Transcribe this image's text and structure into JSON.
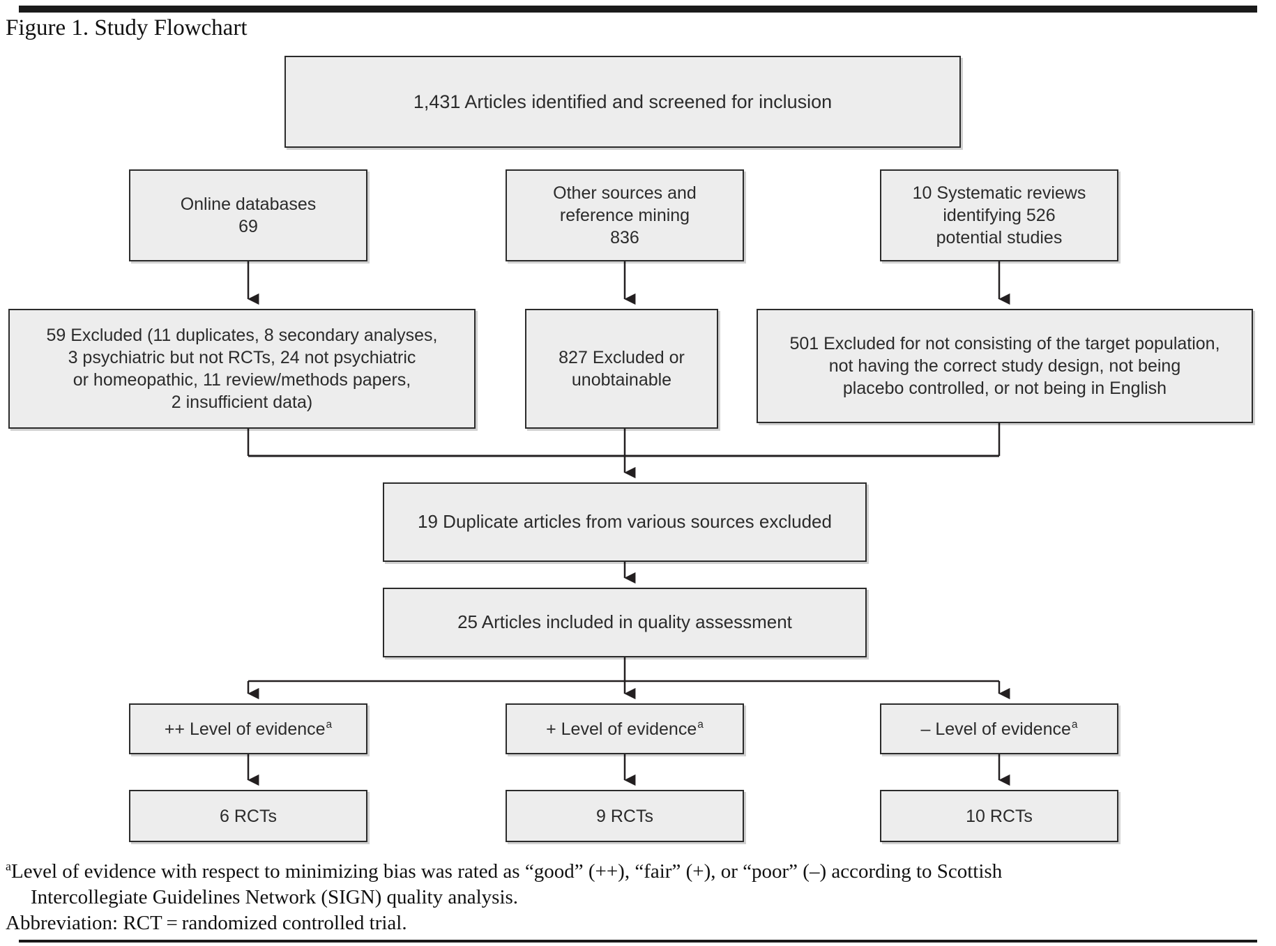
{
  "figure": {
    "title": "Figure 1. Study Flowchart"
  },
  "flowchart": {
    "top": {
      "label": "1,431 Articles identified and screened for inclusion"
    },
    "sources": [
      {
        "label": "Online databases\n69"
      },
      {
        "label": "Other sources and\nreference mining\n836"
      },
      {
        "label": "10 Systematic reviews\nidentifying 526\npotential studies"
      }
    ],
    "exclusions": [
      {
        "label": "59 Excluded (11 duplicates, 8 secondary analyses,\n3 psychiatric but not RCTs, 24 not psychiatric\nor homeopathic, 11 review/methods papers,\n2 insufficient data)"
      },
      {
        "label": "827 Excluded or\nunobtainable"
      },
      {
        "label": "501 Excluded for not consisting of the target population,\nnot having the  correct study design, not being\nplacebo controlled, or not being in English"
      }
    ],
    "duplicates": {
      "label": "19 Duplicate articles from various sources excluded"
    },
    "quality": {
      "label": "25 Articles included in quality assessment"
    },
    "evidence": [
      {
        "label": "++ Level of evidence",
        "sup": "a"
      },
      {
        "label": "+ Level of evidence",
        "sup": "a"
      },
      {
        "label": "– Level of evidence",
        "sup": "a"
      }
    ],
    "rcts": [
      {
        "label": "6 RCTs"
      },
      {
        "label": "9 RCTs"
      },
      {
        "label": "10 RCTs"
      }
    ]
  },
  "footnotes": {
    "marker": "a",
    "line1": "Level of evidence with respect to minimizing bias was rated as “good” (++), “fair” (+), or “poor” (–) according to Scottish",
    "line2": "Intercollegiate Guidelines Network (SIGN) quality analysis.",
    "line3": "Abbreviation: RCT = randomized controlled trial."
  },
  "colors": {
    "box_fill": "#ededed",
    "box_border": "#2b2b2b",
    "text": "#231f20",
    "rule": "#1a1a1a"
  }
}
